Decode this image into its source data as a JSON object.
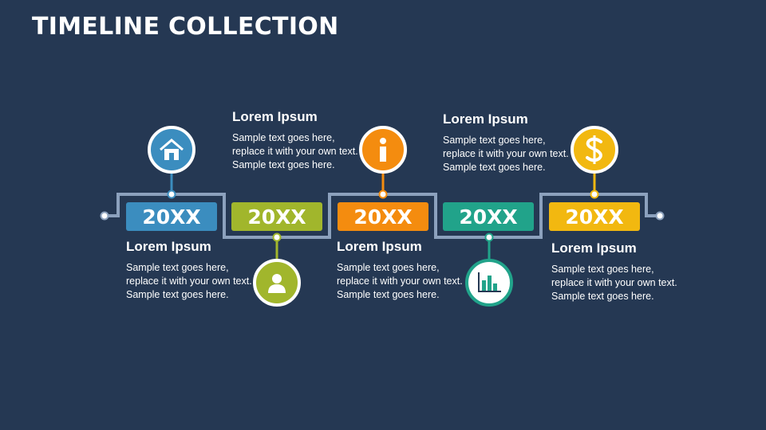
{
  "title": "TIMELINE COLLECTION",
  "colors": {
    "background": "#253853",
    "connector": "#8ca1bd",
    "milestones": [
      "#3b8dbf",
      "#a1b62c",
      "#f48c0f",
      "#21a38a",
      "#f2b810"
    ]
  },
  "milestones": [
    {
      "year": "20XX",
      "icon": "home-icon",
      "heading": "Lorem Ipsum",
      "text": "Sample text goes here, replace it with your own text. Sample text goes here."
    },
    {
      "year": "20XX",
      "icon": "user-icon",
      "heading": "Lorem Ipsum",
      "text": "Sample text goes here, replace it with your own text. Sample text goes here."
    },
    {
      "year": "20XX",
      "icon": "info-icon",
      "heading": "Lorem Ipsum",
      "text": "Sample text goes here, replace it with your own text. Sample text goes here."
    },
    {
      "year": "20XX",
      "icon": "bar-chart-icon",
      "heading": "Lorem Ipsum",
      "text": "Sample text goes here, replace it with your own text. Sample text goes here."
    },
    {
      "year": "20XX",
      "icon": "dollar-icon",
      "heading": "Lorem Ipsum",
      "text": "Sample text goes here, replace it with your own text. Sample text goes here."
    }
  ]
}
